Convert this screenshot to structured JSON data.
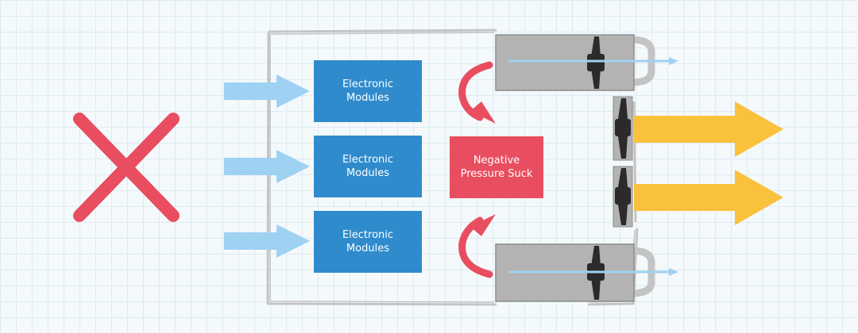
{
  "colors": {
    "enclosure": "#c4c4c4",
    "module": "#2f8bcc",
    "negative_pressure": "#e84e5f",
    "reject_mark": "#e84e5f",
    "intake_arrow": "#9fd1f2",
    "exhaust_arrow": "#f9c13c",
    "fan_housing": "#b3b3b3",
    "fan_blade": "#2b2b2b"
  },
  "icons": [
    "cross-mark-icon",
    "intake-arrow-icon",
    "curved-arrow-icon",
    "fan-icon",
    "exhaust-arrow-icon"
  ],
  "modules": [
    {
      "label": "Electronic\nModules"
    },
    {
      "label": "Electronic\nModules"
    },
    {
      "label": "Electronic\nModules"
    }
  ],
  "negative_pressure": {
    "label": "Negative\nPressure Suck"
  }
}
